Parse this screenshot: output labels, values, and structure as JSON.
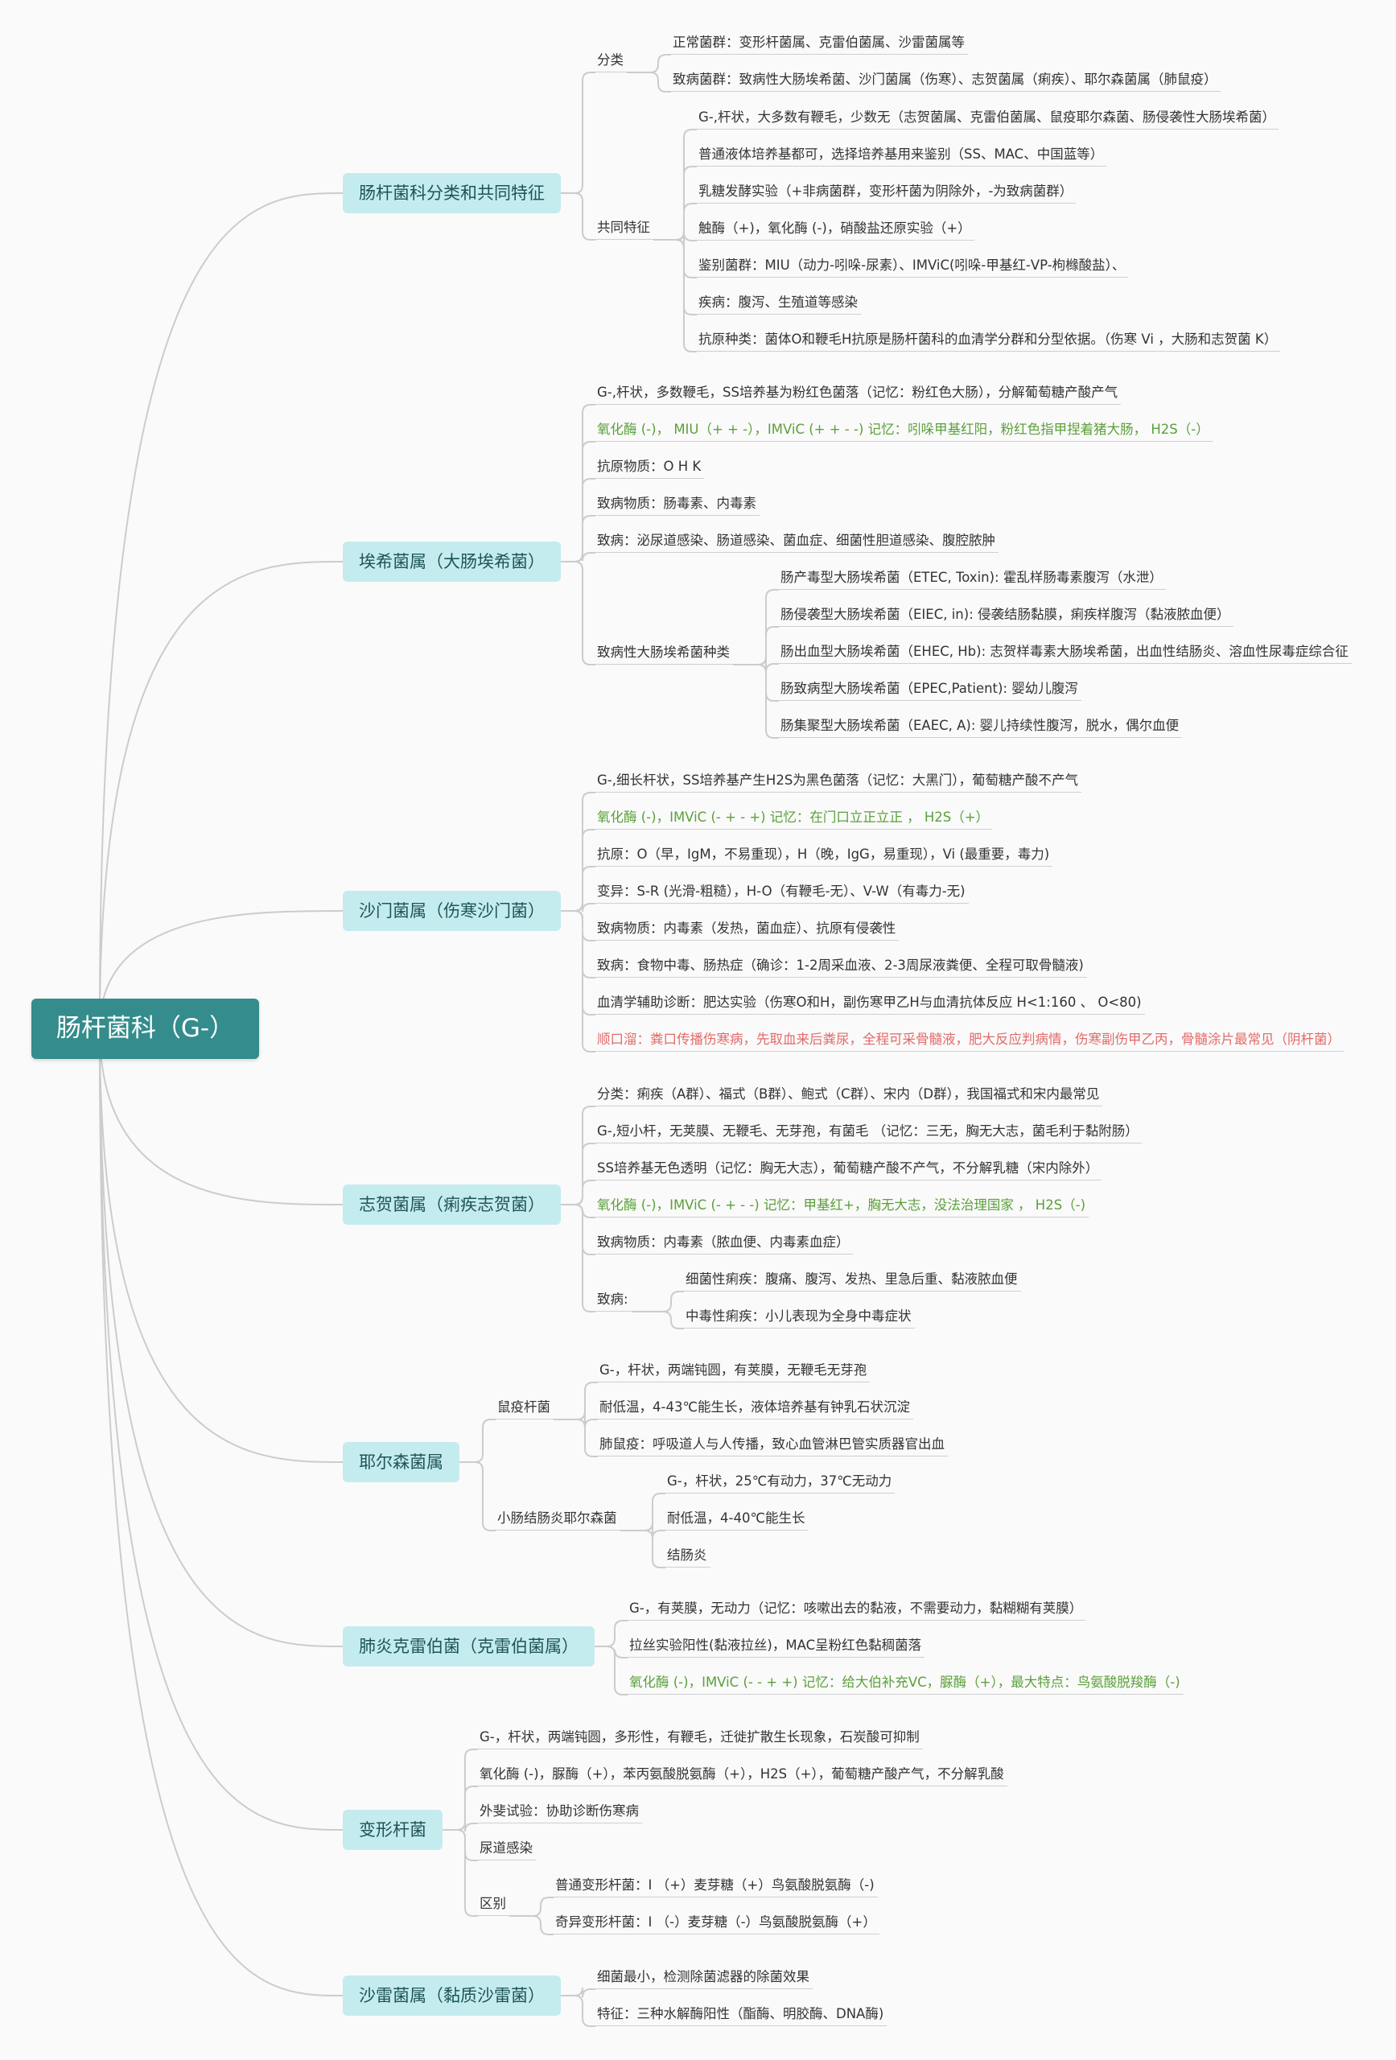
{
  "root": "肠杆菌科（G-）",
  "branches": [
    {
      "label": "肠杆菌科分类和共同特征",
      "groups": [
        {
          "label": "分类",
          "items": [
            {
              "text": "正常菌群：变形杆菌属、克雷伯菌属、沙雷菌属等"
            },
            {
              "text": "致病菌群：致病性大肠埃希菌、沙门菌属（伤寒）、志贺菌属（痢疾）、耶尔森菌属（肺鼠疫）"
            }
          ]
        },
        {
          "label": "共同特征",
          "items": [
            {
              "text": "G-,杆状，大多数有鞭毛，少数无（志贺菌属、克雷伯菌属、鼠疫耶尔森菌、肠侵袭性大肠埃希菌）"
            },
            {
              "text": "普通液体培养基都可，选择培养基用来鉴别（SS、MAC、中国蓝等）"
            },
            {
              "text": "乳糖发酵实验（+非病菌群，变形杆菌为阴除外，-为致病菌群）"
            },
            {
              "text": "触酶（+)，氧化酶 (-)，硝酸盐还原实验（+）"
            },
            {
              "text": "鉴别菌群：MIU（动力-吲哚-尿素）、IMViC(吲哚-甲基红-VP-枸橼酸盐）、"
            },
            {
              "text": "疾病：腹泻、生殖道等感染"
            },
            {
              "text": "抗原种类：菌体O和鞭毛H抗原是肠杆菌科的血清学分群和分型依据。（伤寒 Vi ，大肠和志贺菌 K）"
            }
          ]
        }
      ]
    },
    {
      "label": "埃希菌属（大肠埃希菌）",
      "items": [
        {
          "text": "G-,杆状，多数鞭毛，SS培养基为粉红色菌落（记忆：粉红色大肠），分解葡萄糖产酸产气"
        },
        {
          "text": "氧化酶 (-)， MIU（+ + -），IMViC (+ + - -)  记忆：吲哚甲基红阳，粉红色指甲捏着猪大肠，  H2S（-）",
          "color": "green"
        },
        {
          "text": "抗原物质：O H  K"
        },
        {
          "text": "致病物质：肠毒素、内毒素"
        },
        {
          "text": "致病：泌尿道感染、肠道感染、菌血症、细菌性胆道感染、腹腔脓肿"
        }
      ],
      "groups": [
        {
          "label": "致病性大肠埃希菌种类",
          "items": [
            {
              "text": "肠产毒型大肠埃希菌（ETEC, Toxin): 霍乱样肠毒素腹泻（水泄）"
            },
            {
              "text": "肠侵袭型大肠埃希菌（EIEC, in): 侵袭结肠黏膜，痢疾样腹泻（黏液脓血便）"
            },
            {
              "text": "肠出血型大肠埃希菌（EHEC, Hb): 志贺样毒素大肠埃希菌，出血性结肠炎、溶血性尿毒症综合征"
            },
            {
              "text": "肠致病型大肠埃希菌（EPEC,Patient): 婴幼儿腹泻"
            },
            {
              "text": "肠集聚型大肠埃希菌（EAEC, A): 婴儿持续性腹泻，脱水，偶尔血便"
            }
          ]
        }
      ]
    },
    {
      "label": "沙门菌属（伤寒沙门菌）",
      "items": [
        {
          "text": "G-,细长杆状，SS培养基产生H2S为黑色菌落（记忆：大黑门），葡萄糖产酸不产气"
        },
        {
          "text": "氧化酶 (-)，IMViC (- + - +)  记忆：在门口立正立正  ，  H2S（+）",
          "color": "green"
        },
        {
          "text": "抗原：O（早，IgM，不易重现），H（晚，IgG，易重现），Vi (最重要，毒力)"
        },
        {
          "text": "变异：S-R (光滑-粗糙），H-O（有鞭毛-无）、V-W（有毒力-无)"
        },
        {
          "text": "致病物质：内毒素（发热，菌血症）、抗原有侵袭性"
        },
        {
          "text": "致病：食物中毒、肠热症（确诊：1-2周采血液、2-3周尿液粪便、全程可取骨髓液)"
        },
        {
          "text": "血清学辅助诊断：肥达实验（伤寒O和H，副伤寒甲乙H与血清抗体反应  H<1:160 、 O<80)"
        },
        {
          "text": "顺口溜：粪口传播伤寒病，先取血来后粪尿，全程可采骨髓液，肥大反应判病情，伤寒副伤甲乙丙，骨髓涂片最常见（阴杆菌）",
          "color": "red"
        }
      ]
    },
    {
      "label": "志贺菌属（痢疾志贺菌）",
      "items": [
        {
          "text": "分类：痢疾（A群）、福式（B群）、鲍式（C群）、宋内（D群），我国福式和宋内最常见"
        },
        {
          "text": "G-,短小杆，无荚膜、无鞭毛、无芽孢，有菌毛 （记忆：三无，胸无大志，菌毛利于黏附肠）"
        },
        {
          "text": "SS培养基无色透明（记忆：胸无大志），葡萄糖产酸不产气，不分解乳糖（宋内除外）"
        },
        {
          "text": "氧化酶 (-)，IMViC (- + - -)  记忆：甲基红+，胸无大志，没法治理国家   ，  H2S（-)",
          "color": "green"
        },
        {
          "text": "致病物质：内毒素（脓血便、内毒素血症）"
        }
      ],
      "groups": [
        {
          "label": "致病:",
          "items": [
            {
              "text": "细菌性痢疾：腹痛、腹泻、发热、里急后重、黏液脓血便"
            },
            {
              "text": "中毒性痢疾：小儿表现为全身中毒症状"
            }
          ]
        }
      ]
    },
    {
      "label": "耶尔森菌属",
      "groups": [
        {
          "label": "鼠疫杆菌",
          "items": [
            {
              "text": "G-，杆状，两端钝圆，有荚膜，无鞭毛无芽孢"
            },
            {
              "text": "耐低温，4-43℃能生长，液体培养基有钟乳石状沉淀"
            },
            {
              "text": "肺鼠疫：呼吸道人与人传播，致心血管淋巴管实质器官出血"
            }
          ]
        },
        {
          "label": "小肠结肠炎耶尔森菌",
          "items": [
            {
              "text": "G-，杆状，25℃有动力，37℃无动力"
            },
            {
              "text": "耐低温，4-40℃能生长"
            },
            {
              "text": "结肠炎"
            }
          ]
        }
      ]
    },
    {
      "label": "肺炎克雷伯菌（克雷伯菌属）",
      "items": [
        {
          "text": "G-，有荚膜，无动力（记忆：咳嗽出去的黏液，不需要动力，黏糊糊有荚膜）"
        },
        {
          "text": "拉丝实验阳性(黏液拉丝)，MAC呈粉红色黏稠菌落"
        },
        {
          "text": "氧化酶 (-)，IMViC (- - + +)  记忆：给大伯补充VC，脲酶（+），最大特点：鸟氨酸脱羧酶（-)",
          "color": "green"
        }
      ]
    },
    {
      "label": "变形杆菌",
      "items": [
        {
          "text": "G-，杆状，两端钝圆，多形性，有鞭毛，迁徙扩散生长现象，石炭酸可抑制"
        },
        {
          "text": "氧化酶 (-)，脲酶（+），苯丙氨酸脱氨酶（+），H2S（+），葡萄糖产酸产气，不分解乳酸"
        },
        {
          "text": "外斐试验：协助诊断伤寒病"
        },
        {
          "text": "尿道感染"
        }
      ],
      "groups": [
        {
          "label": "区别",
          "items": [
            {
              "text": "普通变形杆菌：I （+）麦芽糖（+）鸟氨酸脱氨酶（-)"
            },
            {
              "text": "奇异变形杆菌：I （-）麦芽糖（-）鸟氨酸脱氨酶（+）"
            }
          ]
        }
      ]
    },
    {
      "label": "沙雷菌属（黏质沙雷菌）",
      "items": [
        {
          "text": "细菌最小，检测除菌滤器的除菌效果"
        },
        {
          "text": "特征：三种水解酶阳性（酯酶、明胶酶、DNA酶)"
        }
      ]
    }
  ]
}
